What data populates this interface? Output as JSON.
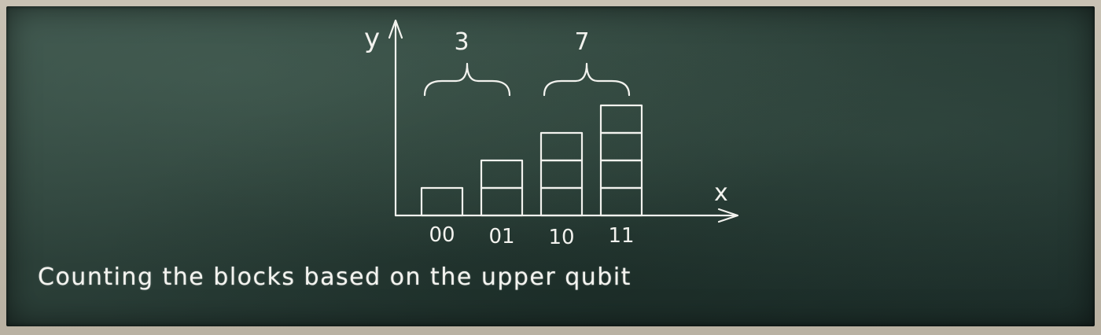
{
  "diagram": {
    "y_axis_label": "y",
    "x_axis_label": "x",
    "columns": [
      {
        "label": "00",
        "blocks": 1
      },
      {
        "label": "01",
        "blocks": 2
      },
      {
        "label": "10",
        "blocks": 3
      },
      {
        "label": "11",
        "blocks": 4
      }
    ],
    "groups": [
      {
        "label": "3",
        "covers": [
          "00",
          "01"
        ]
      },
      {
        "label": "7",
        "covers": [
          "10",
          "11"
        ]
      }
    ]
  },
  "caption": "Counting the blocks based on the upper qubit",
  "colors": {
    "chalk": "#f2f2ee",
    "board": "#2b3f38"
  }
}
